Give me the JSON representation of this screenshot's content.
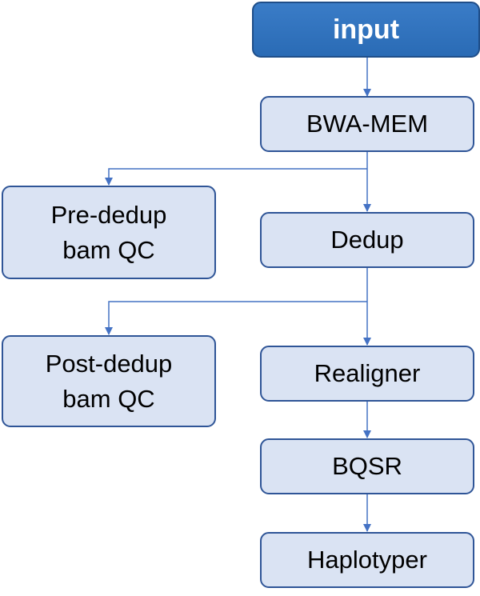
{
  "nodes": {
    "input": "input",
    "bwa_mem": "BWA-MEM",
    "pre_dedup_qc": [
      "Pre-dedup",
      "bam QC"
    ],
    "dedup": "Dedup",
    "post_dedup_qc": [
      "Post-dedup",
      "bam QC"
    ],
    "realigner": "Realigner",
    "bqsr": "BQSR",
    "haplotyper": "Haplotyper"
  },
  "colors": {
    "input_fill": "#2e75b6",
    "box_fill": "#dae3f3",
    "box_border": "#2f5597",
    "arrow": "#4472c4"
  }
}
